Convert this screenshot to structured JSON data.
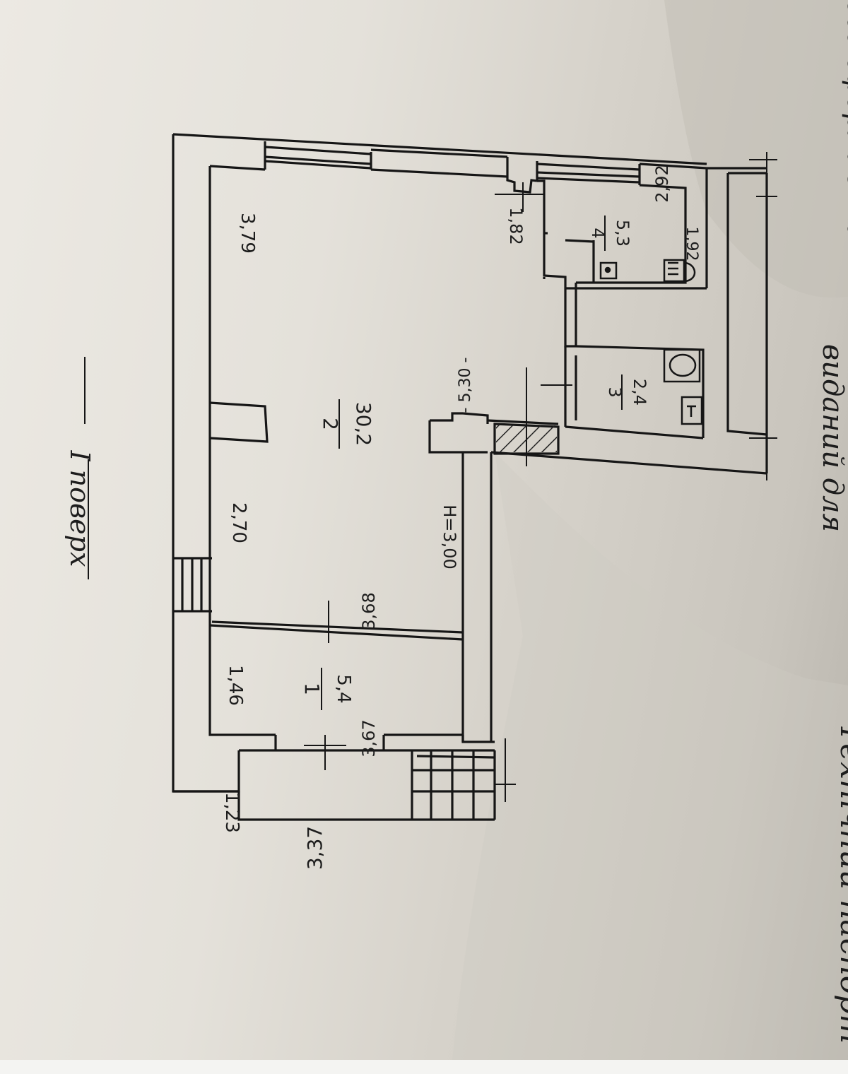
{
  "floor_title": "I поверх",
  "rooms": [
    {
      "number": "1",
      "area": "5,4"
    },
    {
      "number": "2",
      "area": "30,2"
    },
    {
      "number": "3",
      "area": "2,4"
    },
    {
      "number": "4",
      "area": "5,3"
    }
  ],
  "dimensions": {
    "d_379": "3,79",
    "d_270": "2,70",
    "d_146": "1,46",
    "d_123": "1,23",
    "d_337": "3,37",
    "d_368": "3,68",
    "d_367": "3,67",
    "d_182": "1,82",
    "d_292": "2,92",
    "d_192": "1,92",
    "d_530": "- 5,30 -",
    "height": "H=3,00"
  },
  "handwriting": {
    "line1": "Технічний паспорт",
    "line2": "виданий для",
    "line3": "його оформлення"
  }
}
